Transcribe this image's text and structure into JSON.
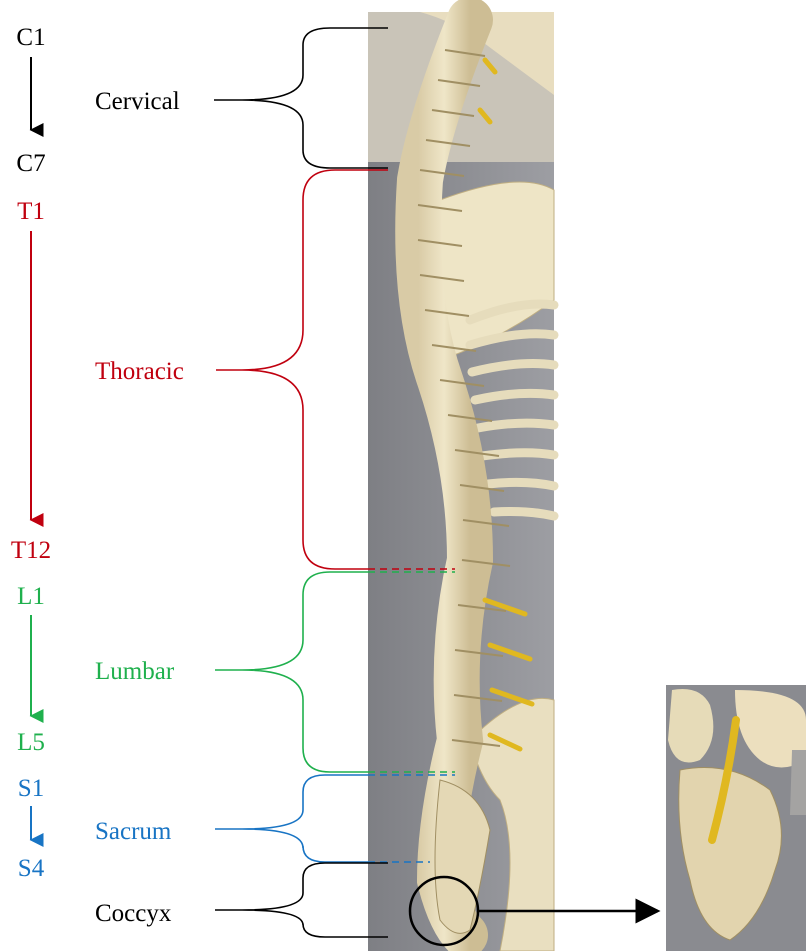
{
  "colors": {
    "cervical": "#000000",
    "thoracic": "#c0000f",
    "lumbar": "#1fb04d",
    "sacrum": "#1874c4",
    "coccyx": "#000000"
  },
  "vertebra_range_labels": {
    "c_start": "C1",
    "c_end": "C7",
    "t_start": "T1",
    "t_end": "T12",
    "l_start": "L1",
    "l_end": "L5",
    "s_start": "S1",
    "s_end": "S4"
  },
  "region_labels": {
    "cervical": "Cervical",
    "thoracic": "Thoracic",
    "lumbar": "Lumbar",
    "sacrum": "Sacrum",
    "coccyx": "Coccyx"
  },
  "images": {
    "spine_photo": "spine-photo",
    "coccyx_zoom": "coccyx-zoom-photo"
  }
}
